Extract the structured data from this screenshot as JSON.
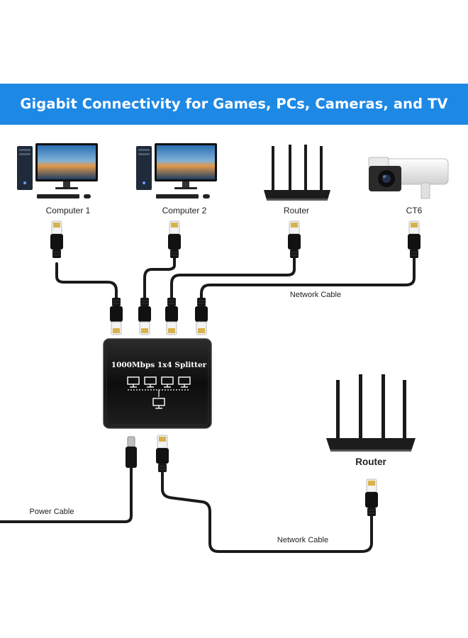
{
  "banner": {
    "title": "Gigabit Connectivity for Games, PCs, Cameras, and TV Boxes",
    "color": "#1e88e5"
  },
  "devices": {
    "computer1": "Computer 1",
    "computer2": "Computer 2",
    "router_top": "Router",
    "camera": "CT6",
    "router_bottom": "Router"
  },
  "cables": {
    "network_top": "Network Cable",
    "network_bottom": "Network Cable",
    "power": "Power Cable"
  },
  "splitter": {
    "title": "1000Mbps 1x4 Splitter"
  },
  "colors": {
    "cable": "#1a1a1a",
    "connector_gold": "#d8b24a",
    "splitter_body": "#161616"
  }
}
